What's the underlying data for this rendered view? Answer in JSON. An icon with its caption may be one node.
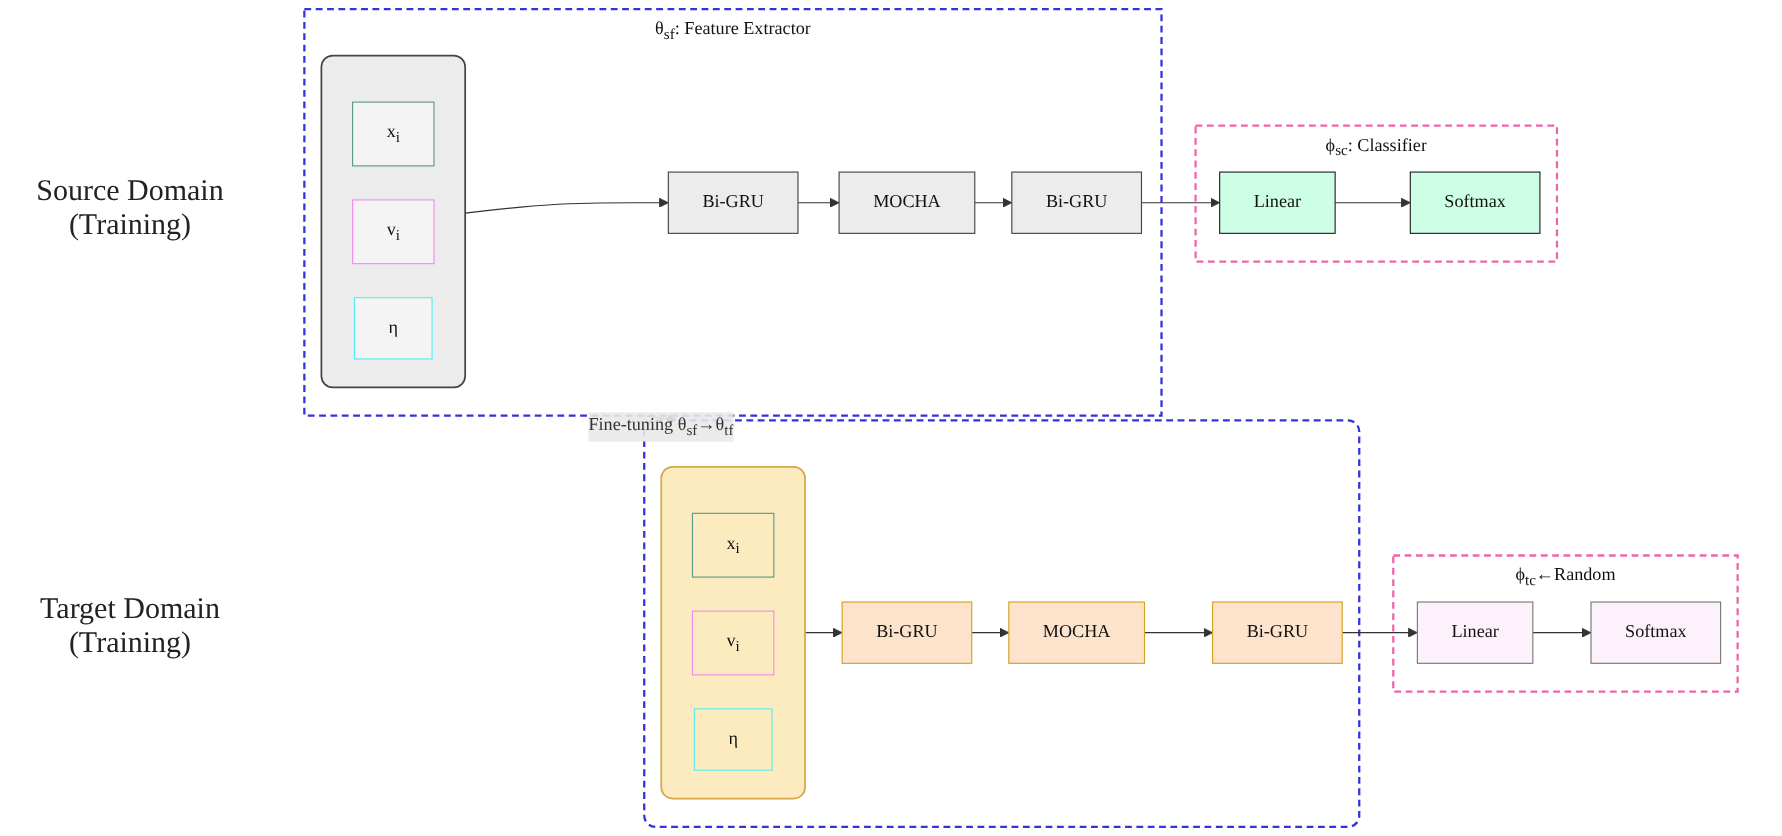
{
  "diagram": {
    "nodes": [
      {
        "text": [
          "θ$_{sf}$: Feature Extractor"
        ]
      },
      {
        "text": [],
        "shape": "box",
        "in": 0
      },
      {
        "text": [
          "x$_{i}$"
        ],
        "in": 1
      },
      {
        "text": [
          "v$_{i}$"
        ],
        "in": 1
      },
      {
        "text": [
          "η"
        ],
        "in": 1
      },
      {
        "text": [
          "Bi-GRU"
        ],
        "in": 0
      },
      {
        "text": [
          "MOCHA"
        ],
        "in": 0
      },
      {
        "text": [
          "Bi-GRU"
        ],
        "in": 0
      },
      {
        "text": [
          "ϕ$_{sc}$: Classifier"
        ]
      },
      {
        "text": [
          "Linear"
        ],
        "in": 8
      },
      {
        "text": [
          "Softmax"
        ],
        "in": 8
      },
      {
        "text": [],
        "shape": "box"
      },
      {
        "text": [],
        "shape": "box",
        "in": 11
      },
      {
        "text": [
          "x$_{i}$"
        ],
        "in": 12
      },
      {
        "text": [
          "v$_{i}$"
        ],
        "in": 12
      },
      {
        "text": [
          "η"
        ],
        "in": 12
      },
      {
        "text": [
          "Bi-GRU"
        ],
        "in": 11
      },
      {
        "text": [
          "MOCHA"
        ],
        "in": 11
      },
      {
        "text": [
          "Bi-GRU"
        ],
        "in": 11
      },
      {
        "text": [
          "ϕ$_{tc}$←Random"
        ]
      },
      {
        "text": [
          "Linear"
        ],
        "in": 19
      },
      {
        "text": [
          "Softmax"
        ],
        "in": 19
      }
    ],
    "edges": [
      {
        "from": 1,
        "to": 5,
        "arrow": "to"
      },
      {
        "from": 5,
        "to": 6,
        "arrow": "to"
      },
      {
        "from": 6,
        "to": 7,
        "arrow": "to"
      },
      {
        "from": 7,
        "to": 9,
        "arrow": "to"
      },
      {
        "from": 9,
        "to": 10,
        "arrow": "to"
      },
      {
        "from": 0,
        "to": 11,
        "arrow": "to",
        "label": "Fine-tuning θ$_{sf}$→θ$_{tf}$"
      },
      {
        "from": 12,
        "to": 16,
        "arrow": "to"
      },
      {
        "from": 16,
        "to": 17,
        "arrow": "to"
      },
      {
        "from": 17,
        "to": 18,
        "arrow": "to"
      },
      {
        "from": 18,
        "to": 20,
        "arrow": "to"
      },
      {
        "from": 20,
        "to": 21,
        "arrow": "to"
      }
    ],
    "labels": [
      "Source Domain (Training)",
      "Target Domain (Training)"
    ]
  }
}
